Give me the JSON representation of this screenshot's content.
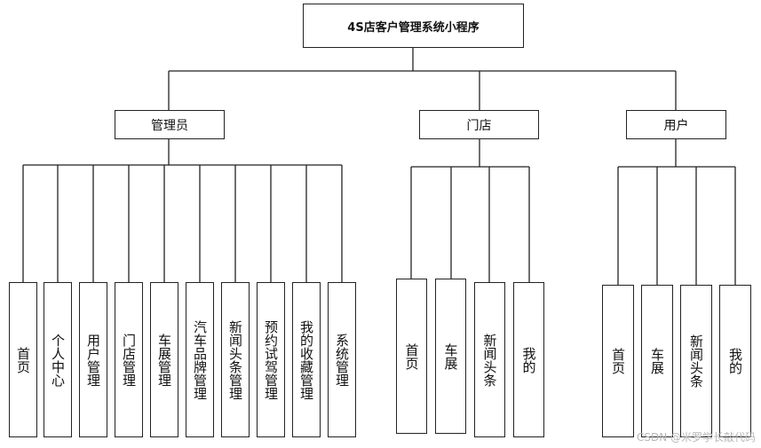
{
  "title": "4S店客户管理系统小程序",
  "roles": [
    {
      "name": "管理员",
      "modules": [
        "首页",
        "个人中心",
        "用户管理",
        "门店管理",
        "车展管理",
        "汽车品牌管理",
        "新闻头条管理",
        "预约试驾管理",
        "我的收藏管理",
        "系统管理"
      ]
    },
    {
      "name": "门店",
      "modules": [
        "首页",
        "车展",
        "新闻头条",
        "我的"
      ]
    },
    {
      "name": "用户",
      "modules": [
        "首页",
        "车展",
        "新闻头条",
        "我的"
      ]
    }
  ],
  "watermark": "CSDN @米罗学长敲代码"
}
